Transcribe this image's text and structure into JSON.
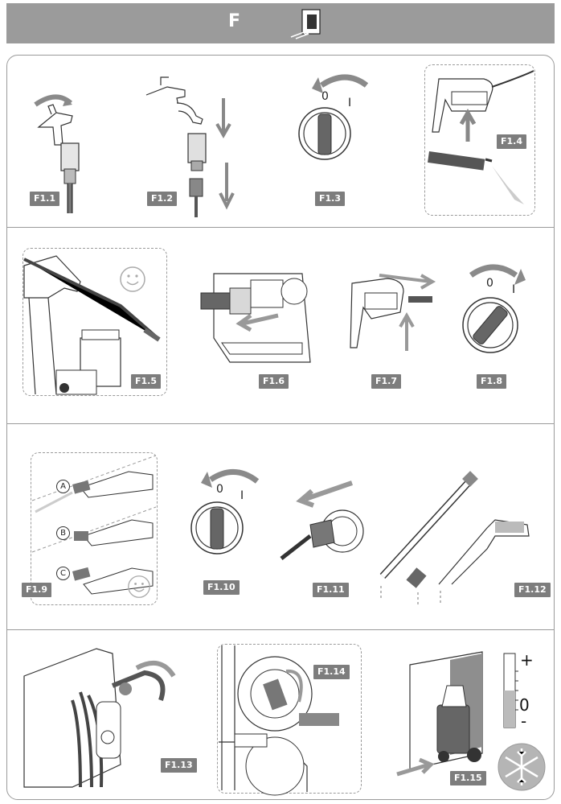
{
  "header": {
    "letter": "F",
    "icon": "door-machine-icon"
  },
  "figures": {
    "f1_1": "F1.1",
    "f1_2": "F1.2",
    "f1_3": "F1.3",
    "f1_4": "F1.4",
    "f1_5": "F1.5",
    "f1_6": "F1.6",
    "f1_7": "F1.7",
    "f1_8": "F1.8",
    "f1_9": "F1.9",
    "f1_10": "F1.10",
    "f1_11": "F1.11",
    "f1_12": "F1.12",
    "f1_13": "F1.13",
    "f1_14": "F1.14",
    "f1_15": "F1.15"
  },
  "switch_labels": {
    "off": "0",
    "on": "I"
  },
  "nozzle_options": [
    "A",
    "B",
    "C"
  ],
  "thermometer": {
    "plus": "+",
    "zero": "0",
    "minus": "-"
  },
  "colors": {
    "header_bg": "#9b9b9b",
    "tag_bg": "#7d7d7d",
    "line": "#333333",
    "arrow": "#9a9a9a"
  }
}
